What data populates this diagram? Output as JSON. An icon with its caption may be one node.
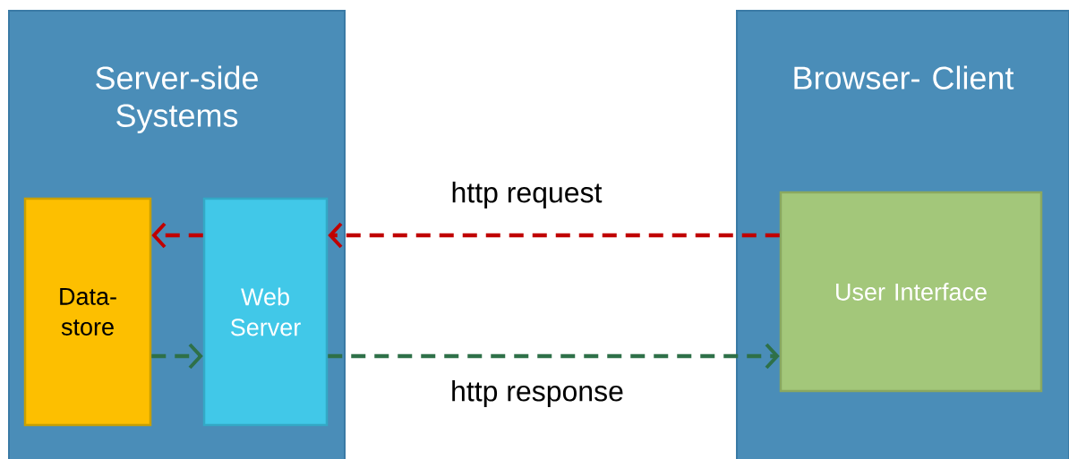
{
  "diagram": {
    "nodes": [
      {
        "text": [
          "Server-side Systems"
        ]
      },
      {
        "text": [
          "Data- store"
        ],
        "in": 0
      },
      {
        "text": [
          "Web Server"
        ],
        "in": 0
      },
      {
        "text": [
          "Browser- Client"
        ]
      },
      {
        "text": [
          "User Interface"
        ],
        "in": 3
      }
    ],
    "edges": [
      {
        "from": 4,
        "to": 2,
        "arrow": "to",
        "label": "http request",
        "style": "dashed",
        "color": "#c00000"
      },
      {
        "from": 2,
        "to": 1,
        "arrow": "to",
        "style": "dashed",
        "color": "#c00000"
      },
      {
        "from": 1,
        "to": 2,
        "arrow": "to",
        "style": "dashed",
        "color": "#2e7048"
      },
      {
        "from": 2,
        "to": 4,
        "arrow": "to",
        "label": "http response",
        "style": "dashed",
        "color": "#2e7048"
      }
    ]
  }
}
